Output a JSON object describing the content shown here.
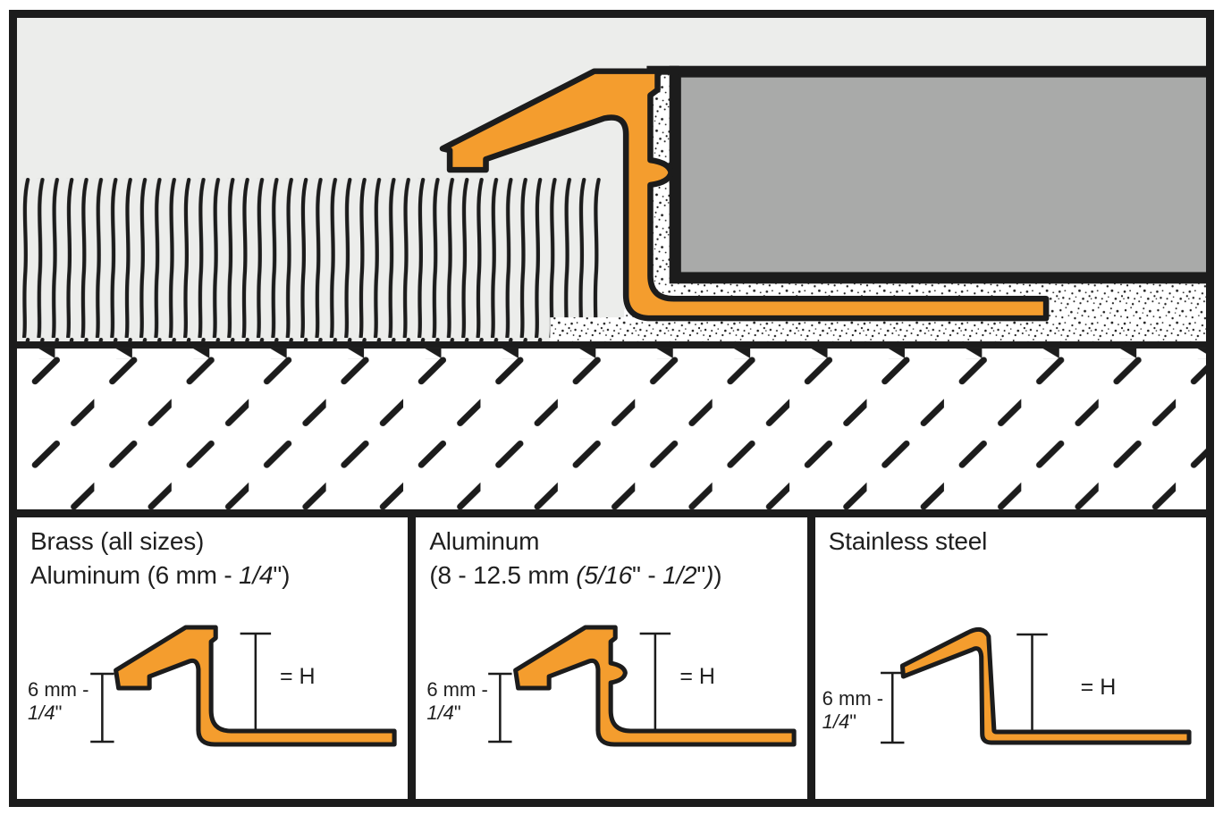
{
  "colors": {
    "profile_orange": "#F49D2E",
    "tile_gray": "#A9AAA9",
    "background_gray": "#ECEDEB",
    "line_black": "#1C1C1C",
    "panel_white": "#FFFFFF"
  },
  "panels": [
    {
      "title_l1": "Brass (all sizes)",
      "title_l2_a": "Aluminum (6 mm - ",
      "title_l2_b": "1/4",
      "title_l2_c": "\")",
      "dim_a": "6 mm -",
      "dim_b": "1/4",
      "dim_c": "\"",
      "h_label": "= H"
    },
    {
      "title_l1": "Aluminum",
      "title_l2_a": "(8 - 12.5 mm ",
      "title_l2_b": "(5/16",
      "title_l2_c": "\" - ",
      "title_l2_d": "1/2",
      "title_l2_e": "\"",
      "title_l2_f": ")",
      "title_l2_g": ")",
      "dim_a": "6 mm -",
      "dim_b": "1/4",
      "dim_c": "\"",
      "h_label": "= H"
    },
    {
      "title_l1": "Stainless steel",
      "dim_a": "6 mm -",
      "dim_b": "1/4",
      "dim_c": "\"",
      "h_label": "= H"
    }
  ]
}
